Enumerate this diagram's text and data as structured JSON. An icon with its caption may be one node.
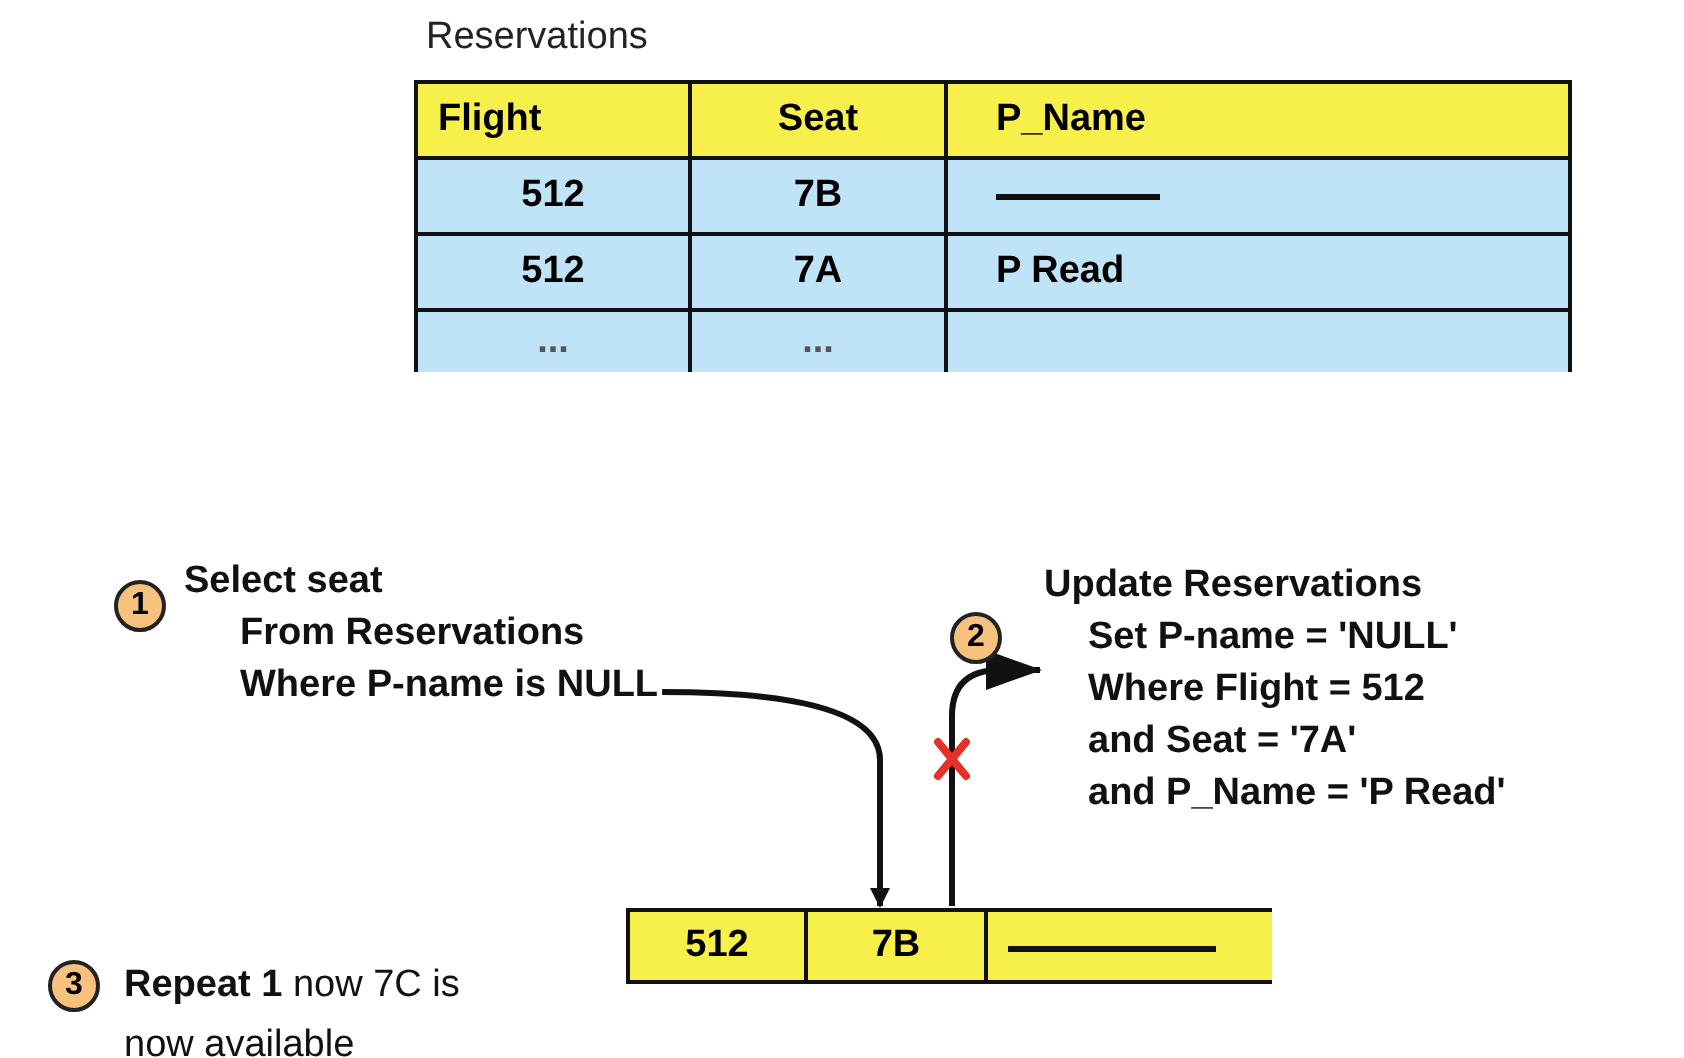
{
  "diagram": {
    "nodes": [
      {
        "text": [
          "Reservations"
        ]
      },
      {
        "text": [
          "1"
        ]
      },
      {
        "text": [
          "Select seat",
          "From Reservations",
          "Where P-name is NULL"
        ]
      },
      {
        "text": [
          "2"
        ]
      },
      {
        "text": [
          "Update Reservations",
          "Set P-name = 'NULL'",
          "Where Flight = 512",
          "and Seat = '7A'",
          "and P_Name = 'P Read'"
        ]
      },
      {
        "text": [
          "3"
        ]
      },
      {
        "text": [
          "**Repeat 1** now 7C is now available"
        ]
      },
      {
        "text": [
          "512",
          "7B"
        ]
      }
    ],
    "edges": [
      {
        "from": 2,
        "to": 7,
        "arrow": "to"
      },
      {
        "from": 7,
        "to": 4,
        "arrow": "to"
      }
    ],
    "labels": [
      "Flight",
      "Seat",
      "P_Name",
      "512",
      "7B",
      "512",
      "7A",
      "P Read",
      "...",
      "..."
    ]
  }
}
